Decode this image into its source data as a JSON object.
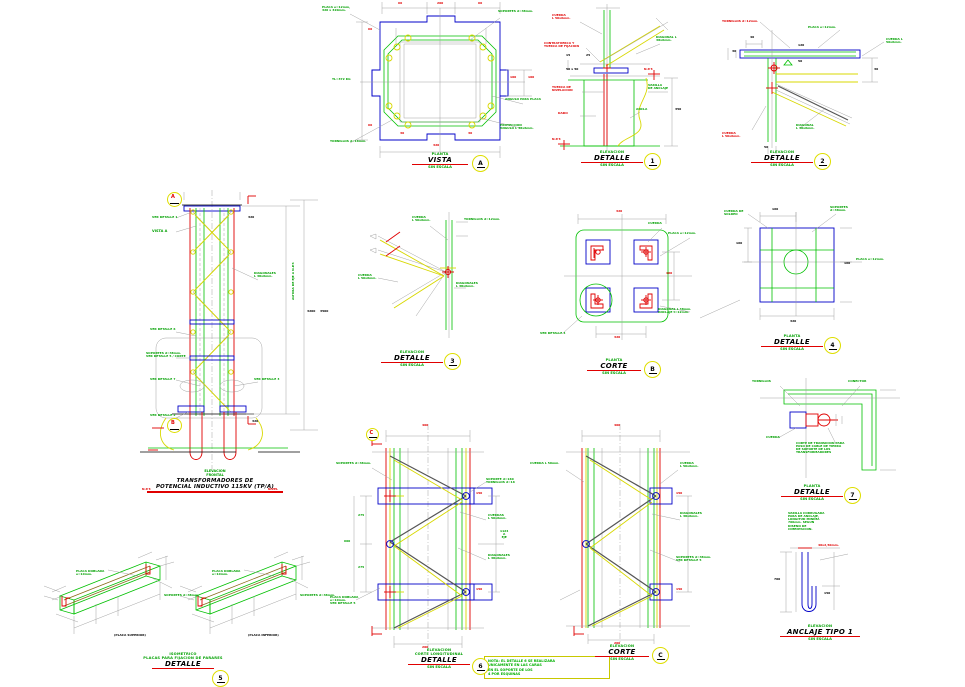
{
  "sheet": {
    "background": "#ffffff",
    "colors": {
      "green": "#00c000",
      "blue": "#0000c8",
      "red": "#e00000",
      "yellow": "#d8d800",
      "gray": "#909090",
      "black": "#000000"
    }
  },
  "titles": [
    {
      "id": "vista_a",
      "sub": "PLANTA",
      "main": "VISTA",
      "tag": "A",
      "scale": "SIN ESCALA"
    },
    {
      "id": "detalle_1",
      "sub": "ELEVACION",
      "main": "DETALLE",
      "tag": "1",
      "scale": "SIN ESCALA"
    },
    {
      "id": "detalle_2",
      "sub": "ELEVACION",
      "main": "DETALLE",
      "tag": "2",
      "scale": "SIN ESCALA"
    },
    {
      "id": "detalle_3",
      "sub": "ELEVACION",
      "main": "DETALLE",
      "tag": "3",
      "scale": "SIN ESCALA"
    },
    {
      "id": "corte_b",
      "sub": "PLANTA",
      "main": "CORTE",
      "tag": "B",
      "scale": "SIN ESCALA"
    },
    {
      "id": "detalle_4",
      "sub": "PLANTA",
      "main": "DETALLE",
      "tag": "4",
      "scale": "SIN ESCALA"
    },
    {
      "id": "detalle_6",
      "sub": "ELEVACION\nCORTE LONGITUDINAL",
      "main": "DETALLE",
      "tag": "6",
      "scale": "SIN ESCALA"
    },
    {
      "id": "corte_c",
      "sub": "ELEVACION",
      "main": "CORTE",
      "tag": "C",
      "scale": "SIN ESCALA"
    },
    {
      "id": "detalle_7",
      "sub": "PLANTA",
      "main": "DETALLE",
      "tag": "7",
      "scale": "SIN ESCALA"
    },
    {
      "id": "anclaje_1",
      "sub": "ELEVACION",
      "main": "ANCLAJE TIPO 1",
      "tag": "",
      "scale": "SIN ESCALA"
    },
    {
      "id": "detalle_5",
      "sub": "ISOMETRICO\nPLACAS PARA FIJACION DE PARARES",
      "main": "DETALLE",
      "tag": "5",
      "scale": "SIN ESCALA"
    }
  ],
  "main_title": {
    "sub": "ELEVACION\nFRONTAL",
    "line1": "TRANSFORMADORES DE",
    "line2": "POTENCIAL INDUCTIVO 115KV (TP/A)",
    "left_tag": "N.P.T.",
    "right_tag": "NIVEL"
  },
  "note": {
    "label": "NOTA:",
    "lines": [
      "EL DETALLE 6 SE REALIZARA",
      "UNICAMENTE EN LAS CARAS",
      "EN EL SOPORTE DE LOS",
      "4 POR ESQUINAS"
    ]
  },
  "vista_a_labels": {
    "top_left": "PLACA e=12mm,\n320 x 320mm.",
    "top_right": "SOPORTES d=38mm.",
    "right_mid": "ANGULO PARA PLACA",
    "right_low": "PROTECCION\nANGULO L 38x6mm.",
    "bottom_left": "TORNILLOS d=16mm.",
    "dim_top_left": "60",
    "dim_top_mid": "200",
    "dim_top_right": "60",
    "dim_bottom": "320",
    "dim_left": "TL=372 KG",
    "dim_right_1": "100",
    "dim_right_2": "100",
    "dim_small_a": "60",
    "dim_small_b": "60",
    "dim_small_c": "30",
    "dim_small_d": "30"
  },
  "detalle_1_labels": {
    "l1": "CUERDA\nL 50x6mm.",
    "l2": "CONTRATUERCA Y\nTUERCA DE FIJACION",
    "l3": "TUERCA DE\nNIVELACION",
    "l4": "DADO",
    "l5": "DIAGONAL L\n38x6mm.",
    "l6": "VARILLA\nDE ANCLAJE",
    "l7": "ANCLA",
    "dim1": "15",
    "dim2": "25",
    "dim3": "50 x 50",
    "dim4": "350",
    "grade1": "N.P.T.",
    "grade2": "N.P.T."
  },
  "detalle_2_labels": {
    "l1": "TORNILLOS d=12mm.",
    "l2": "PLACA e=12mm.",
    "l3": "CUERDA L\n50x6mm.",
    "l4": "DIAGONAL\nL 38x6mm.",
    "l5": "CUERDA\nL 50x6mm.",
    "dim1": "40",
    "dim2": "30",
    "dim3": "120",
    "dim4": "30",
    "dim5": "50",
    "dim6": "50"
  },
  "detalle_3_labels": {
    "l1": "CUERDA\nL 50x6mm.",
    "l2": "TORNILLOS d=12mm.",
    "l3": "DIAGONALES\nL 38x6mm.",
    "l4": "CUERDA\nL 50x6mm."
  },
  "corte_b_labels": {
    "l1": "CUERDA",
    "l2": "PLACA e=12mm.",
    "l3": "DIAGONAL L 38mm.\nANCLAJE t=12mm.",
    "l4": "VER DETALLE 4",
    "dim_top": "320",
    "dim_right": "160",
    "dim_bottom": "320"
  },
  "detalle_4_labels": {
    "l1": "CUERDA DE\nSOLDEO",
    "l2": "SOPORTES\nd=38mm.",
    "l3": "PLACA e=12mm.",
    "dim_left": "160",
    "dim_top": "160",
    "dim_bottom": "320",
    "dim_b": "160"
  },
  "detalle_6_labels": {
    "l1": "SOPORTES d=38mm.",
    "l2": "PLACA DOBLADA\ne=10mm.\nVER DETALLE 5",
    "l3": "SOPORTE d=160\nTORNILLOS d=16",
    "l4": "CUERDAS\nL 50x6mm.",
    "l5": "DIAGONALES\nL 38x6mm.",
    "dim_top": "400",
    "dim_bottom": "200",
    "dim_l1": "275",
    "dim_l2": "600",
    "dim_l3": "275",
    "dim_r1": "150",
    "dim_r2": "150",
    "dim_r3": "1124\nA\nEJE"
  },
  "corte_c_labels": {
    "l1": "CUERDA L 50mm.",
    "l2": "CUERDA\nL 50x6mm.",
    "l3": "DIAGONALES\nL 38x6mm.",
    "l4": "SOPORTES d=38mm.\nVER DETALLE 5",
    "dim_top": "400",
    "dim_r1": "150",
    "dim_r2": "150",
    "dim_bottom": "200"
  },
  "detalle_7_labels": {
    "l1": "TORNILLOS",
    "l2": "CONECTOR",
    "l3": "CUERDA",
    "l4": "CORTE DE TRANSICION PARA\nPASO DE CABLE DE TIERRA\nDE SOPORTE DE LOS\nTRANSFORMADORES"
  },
  "anclaje_labels": {
    "l1": "VARILLA CORRUGADA\nPARA DE ANCLAJE,\nLONGITUD MINIMA\n700mm. SEGUN\nDISENO DE\nCIMENTACION.",
    "dim1": "40x2,50mm.",
    "dim2": "700",
    "dim3": "150"
  },
  "detalle_5_labels": {
    "left_l1": "PLACA DOBLADA\ne=10mm.",
    "left_l2": "SOPORTES d=38mm.",
    "left_cap": "(PLACA SUPERIOR)",
    "right_l1": "PLACA DOBLADA\ne=10mm.",
    "right_l2": "SOPORTES d=38mm.",
    "right_cap": "(PLACA INFERIOR)",
    "dims": [
      "60",
      "40",
      "40",
      "30",
      "60",
      "200",
      "30"
    ]
  },
  "elevation_labels": {
    "l1": "VER DETALLE 1",
    "l2": "VISTA A",
    "l3": "DIAGONALES\nL 38x6mm.",
    "l4": "VER DETALLE 6",
    "l5": "SOPORTES d=38mm.\nVER DETALLE 5 / CORTE",
    "l6": "VER DETALLE 7",
    "l7": "VER DETALLE 3",
    "l8": "VER DETALLE 2",
    "mark_top": "A",
    "mark_bot": "B",
    "dim_right_text": "ALTURA DE EJE A N.P.T.",
    "dim_r1": "3200",
    "dim_r2": "3500",
    "dim_top": "320",
    "dim_bot": "320",
    "npt": "N.P.T."
  }
}
